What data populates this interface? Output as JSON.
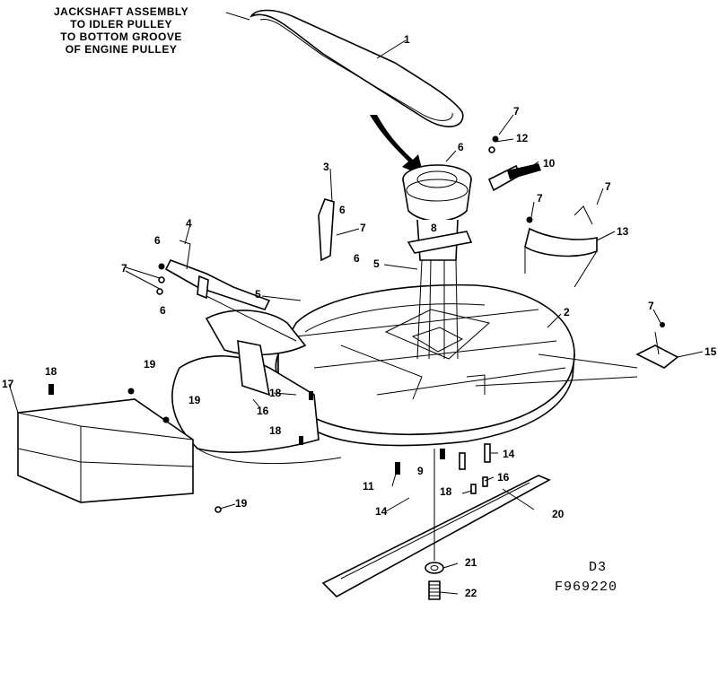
{
  "annotation": {
    "lines": [
      "JACKSHAFT ASSEMBLY",
      "TO IDLER PULLEY",
      "TO BOTTOM GROOVE",
      "OF ENGINE PULLEY"
    ]
  },
  "diagram_code": "D3",
  "figure_number": "F969220",
  "callouts": [
    {
      "id": "c1",
      "label": "1"
    },
    {
      "id": "c2",
      "label": "2"
    },
    {
      "id": "c3",
      "label": "3"
    },
    {
      "id": "c4",
      "label": "4"
    },
    {
      "id": "c5a",
      "label": "5"
    },
    {
      "id": "c5b",
      "label": "5"
    },
    {
      "id": "c6a",
      "label": "6"
    },
    {
      "id": "c6b",
      "label": "6"
    },
    {
      "id": "c6c",
      "label": "6"
    },
    {
      "id": "c6d",
      "label": "6"
    },
    {
      "id": "c6e",
      "label": "6"
    },
    {
      "id": "c7a",
      "label": "7"
    },
    {
      "id": "c7b",
      "label": "7"
    },
    {
      "id": "c7c",
      "label": "7"
    },
    {
      "id": "c7d",
      "label": "7"
    },
    {
      "id": "c7e",
      "label": "7"
    },
    {
      "id": "c7f",
      "label": "7"
    },
    {
      "id": "c8",
      "label": "8"
    },
    {
      "id": "c9",
      "label": "9"
    },
    {
      "id": "c10",
      "label": "10"
    },
    {
      "id": "c11",
      "label": "11"
    },
    {
      "id": "c12",
      "label": "12"
    },
    {
      "id": "c13",
      "label": "13"
    },
    {
      "id": "c14a",
      "label": "14"
    },
    {
      "id": "c14b",
      "label": "14"
    },
    {
      "id": "c15",
      "label": "15"
    },
    {
      "id": "c16a",
      "label": "16"
    },
    {
      "id": "c16b",
      "label": "16"
    },
    {
      "id": "c17",
      "label": "17"
    },
    {
      "id": "c18a",
      "label": "18"
    },
    {
      "id": "c18b",
      "label": "18"
    },
    {
      "id": "c18c",
      "label": "18"
    },
    {
      "id": "c18d",
      "label": "18"
    },
    {
      "id": "c19a",
      "label": "19"
    },
    {
      "id": "c19b",
      "label": "19"
    },
    {
      "id": "c19c",
      "label": "19"
    },
    {
      "id": "c20",
      "label": "20"
    },
    {
      "id": "c21",
      "label": "21"
    },
    {
      "id": "c22",
      "label": "22"
    }
  ]
}
